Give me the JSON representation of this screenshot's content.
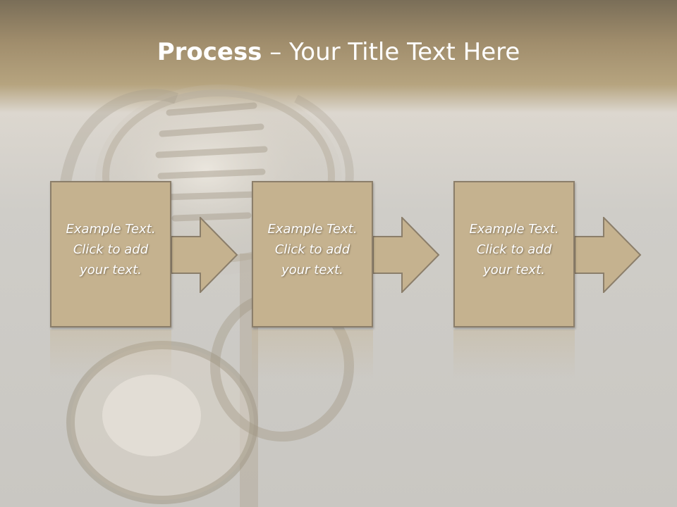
{
  "slide": {
    "title_strong": "Process",
    "title_rest": " – Your Title Text Here"
  },
  "steps": [
    {
      "line1": "Example Text.",
      "line2": "Click  to add",
      "line3": "your text."
    },
    {
      "line1": "Example Text.",
      "line2": "Click  to add",
      "line3": "your text."
    },
    {
      "line1": "Example Text.",
      "line2": "Click  to add",
      "line3": "your text."
    }
  ],
  "colors": {
    "header_band": "#a08d6c",
    "box_fill": "#c5b28f",
    "box_border": "#8b7e6a",
    "text": "#ffffff"
  }
}
